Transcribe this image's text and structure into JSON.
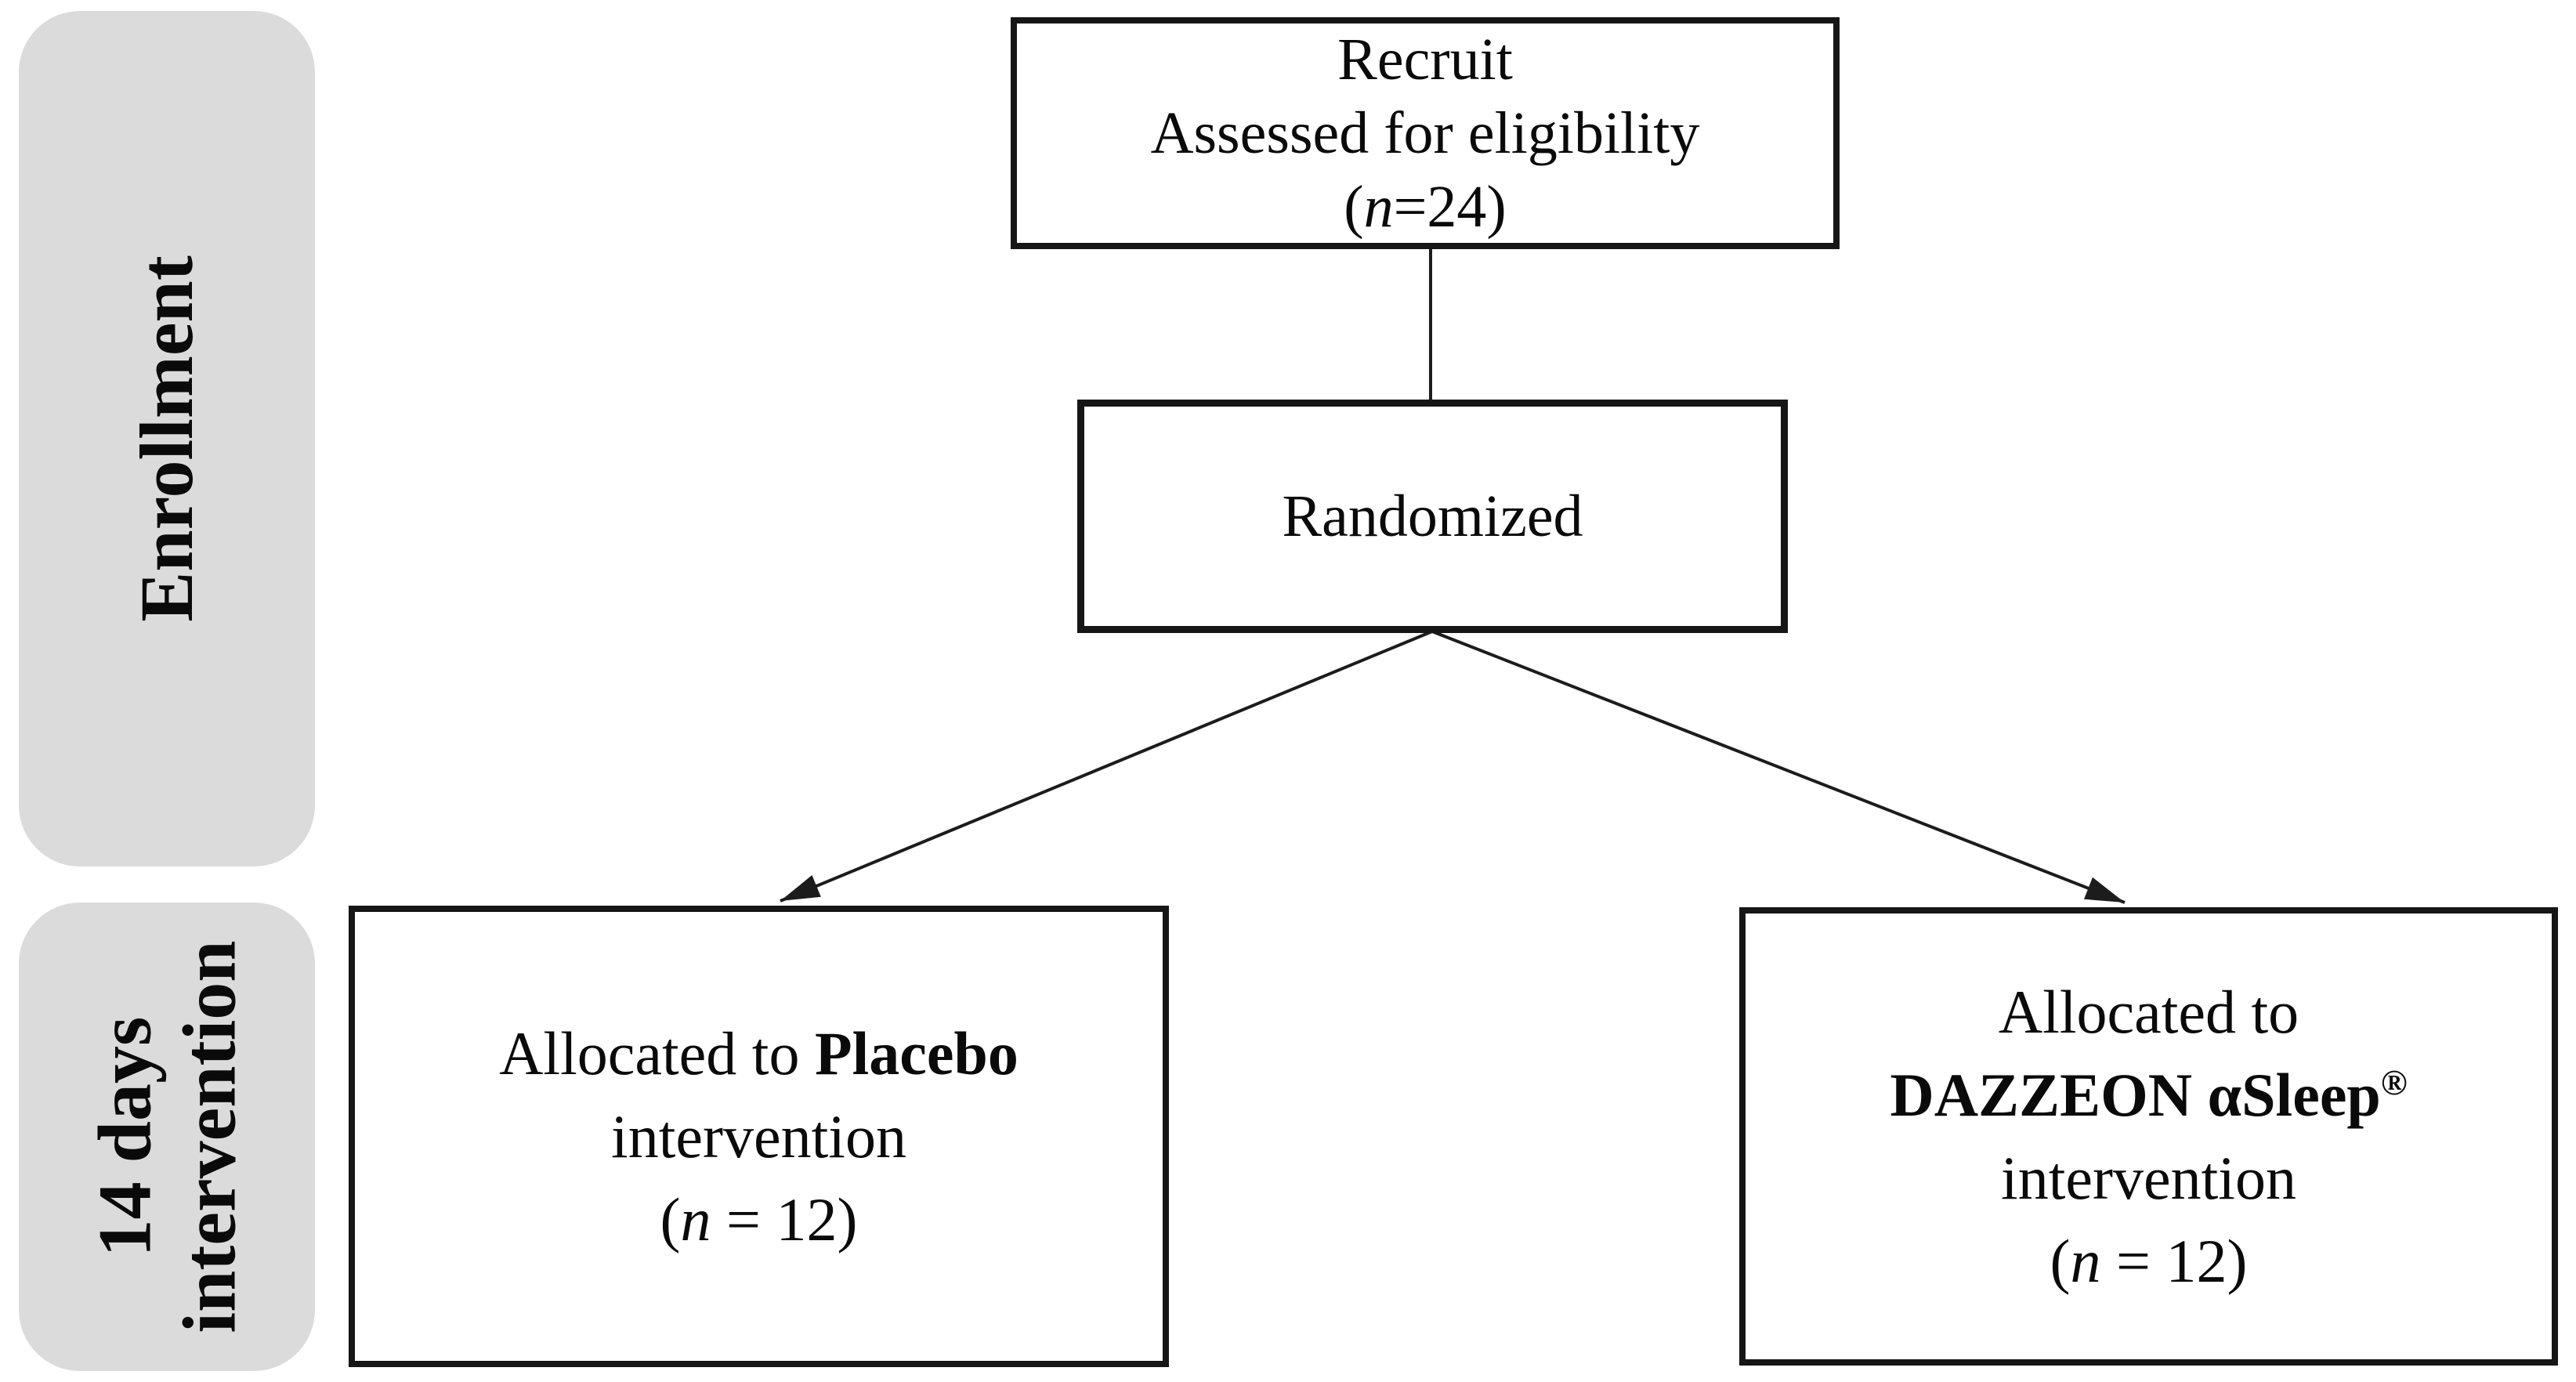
{
  "colors": {
    "background": "#ffffff",
    "stage_label_bg": "#dbdbdb",
    "box_border": "#161616",
    "connector": "#1c1c1c",
    "text": "#0a0a0a"
  },
  "stage_labels": {
    "enrollment": "Enrollment",
    "intervention_line1": "14 days",
    "intervention_line2": "intervention"
  },
  "boxes": {
    "recruit": {
      "line1": "Recruit",
      "line2": "Assessed for eligibility",
      "n_open": "(",
      "n_symbol": "n",
      "n_rest": "=24)"
    },
    "randomized": {
      "label": "Randomized"
    },
    "placebo": {
      "line1_prefix": "Allocated to ",
      "line1_treatment": "Placebo",
      "line2": "intervention",
      "n_open": "(",
      "n_symbol": "n",
      "n_rest": " = 12)"
    },
    "dazzeon": {
      "line1": "Allocated to",
      "line2_treatment": "DAZZEON αSleep",
      "line2_mark": "®",
      "line3": "intervention",
      "n_open": "(",
      "n_symbol": "n",
      "n_rest": " = 12)"
    }
  }
}
